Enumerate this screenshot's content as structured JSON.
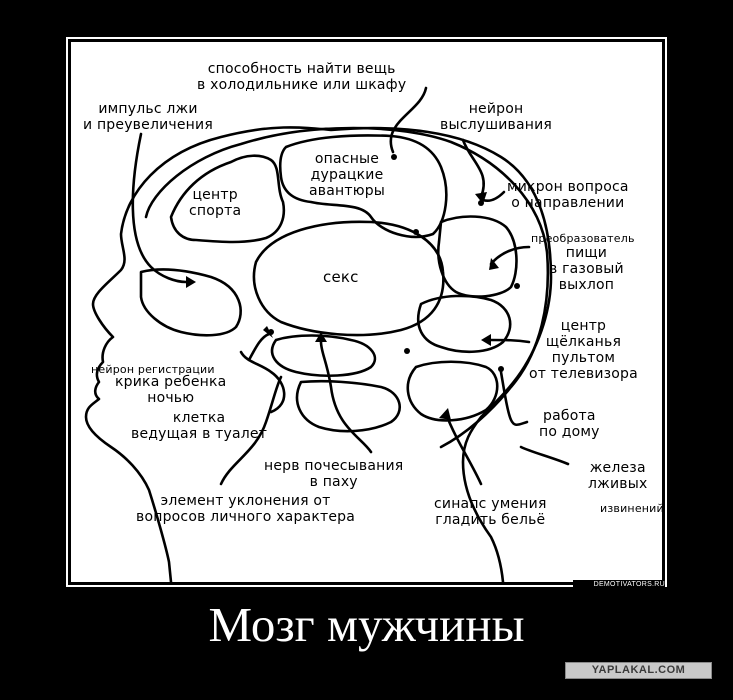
{
  "labels": {
    "fridge": "способность найти вещь\nв холодильнике или шкафу",
    "lie": "импульс лжи\nи преувеличения",
    "listen": "нейрон\nвыслушивания",
    "dangerous": "опасные\nдурацкие\nавантюры",
    "sport": "центр\nспорта",
    "question": "микрон вопроса\nо направлении",
    "converter_1": "преобразователь",
    "converter_2": "пищи\nв газовый\nвыхлоп",
    "sex": "секс",
    "remote": "центр\nщёлканья\nпультом\nот телевизора",
    "baby_1": "нейрон регистрации",
    "baby_2": "крика ребенка\nночью",
    "toilet": "клетка\nведущая в туалет",
    "housework": "работа\nпо дому",
    "scratch": "нерв почесывания\nв паху",
    "iron": "синапс умения\nгладить бельё",
    "gland_1": "железа\nлживых",
    "gland_2": "извинений",
    "dodge": "элемент уклонения от\nвопросов личного характера"
  },
  "watermark": "DEMOTIVATORS.RU",
  "title": "Мозг мужчины",
  "badge": "YAPLAKAL.COM"
}
